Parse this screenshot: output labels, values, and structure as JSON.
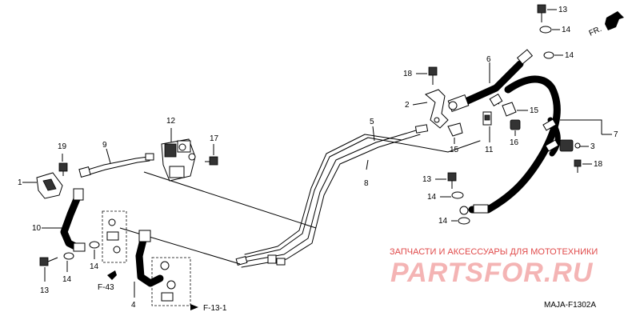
{
  "callouts": {
    "p1": "1",
    "p2": "2",
    "p3": "3",
    "p4": "4",
    "p5": "5",
    "p6": "6",
    "p7": "7",
    "p8": "8",
    "p9": "9",
    "p10": "10",
    "p11": "11",
    "p12": "12",
    "p13a": "13",
    "p13b": "13",
    "p13c": "13",
    "p14a": "14",
    "p14b": "14",
    "p14c": "14",
    "p14d": "14",
    "p14e": "14",
    "p14f": "14",
    "p15a": "15",
    "p15b": "15",
    "p16": "16",
    "p17": "17",
    "p18a": "18",
    "p18b": "18",
    "p19": "19"
  },
  "refs": {
    "fr": "FR.",
    "f43": "F-43",
    "f131": "F-13-1"
  },
  "watermark": {
    "shop_text": "ЗАПЧАСТИ И АКСЕССУАРЫ ДЛЯ МОТОТЕХНИКИ",
    "brand": "PARTSFOR.RU"
  },
  "diagram_code": "MAJA-F1302A"
}
